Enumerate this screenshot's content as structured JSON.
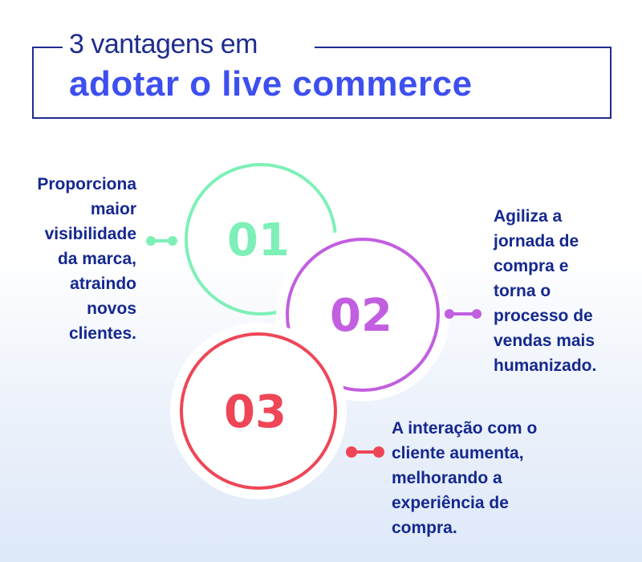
{
  "title": {
    "line1": "3 vantagens em",
    "line2": "adotar o live commerce"
  },
  "items": [
    {
      "number": "01",
      "text": [
        "Proporciona",
        "maior",
        "visibilidade",
        "da marca,",
        "atraindo",
        "novos",
        "clientes."
      ],
      "color": "#7ef0b7"
    },
    {
      "number": "02",
      "text": [
        "Agiliza a",
        "jornada de",
        "compra e",
        "torna o",
        "processo de",
        "vendas mais",
        "humanizado."
      ],
      "color": "#c25ee0"
    },
    {
      "number": "03",
      "text": [
        "A interação com o",
        "cliente aumenta,",
        "melhorando a",
        "experiência de",
        "compra."
      ],
      "color": "#ee4657"
    }
  ],
  "colors": {
    "navy": "#1f2d8f",
    "title_blue": "#3d4ff0",
    "text": "#15288f"
  }
}
